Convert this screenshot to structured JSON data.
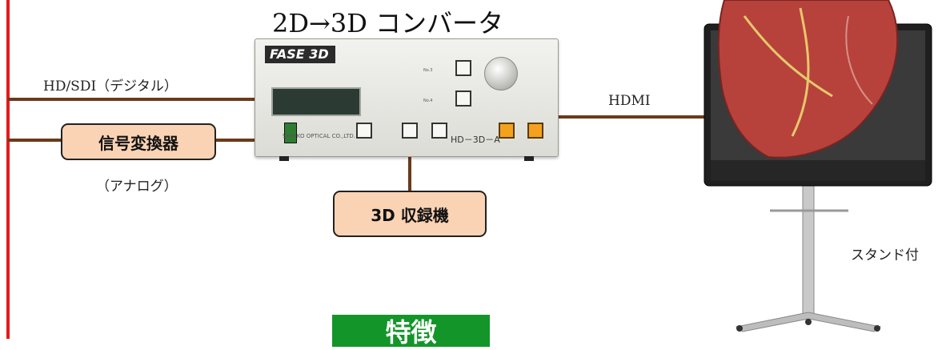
{
  "title": "2D→3D コンバータ",
  "labels": {
    "hd_sdi": "HD/SDI（デジタル）",
    "analog": "（アナログ）",
    "hdmi": "HDMI",
    "stand": "スタンド付"
  },
  "boxes": {
    "signal_converter": "信号変換器",
    "recorder": "3D 収録機"
  },
  "device": {
    "brand": "FASE 3D",
    "model": "HD－3D－A",
    "maker": "SHIMKO OPTICAL CO.,LTD.",
    "button_no3": "No.3",
    "button_no4": "No.4"
  },
  "feature_heading": "特徴",
  "colors": {
    "wire": "#6b3a1a",
    "bus": "#e31b1b",
    "box_fill": "#fad3b4",
    "feature_fill": "#14952a"
  }
}
